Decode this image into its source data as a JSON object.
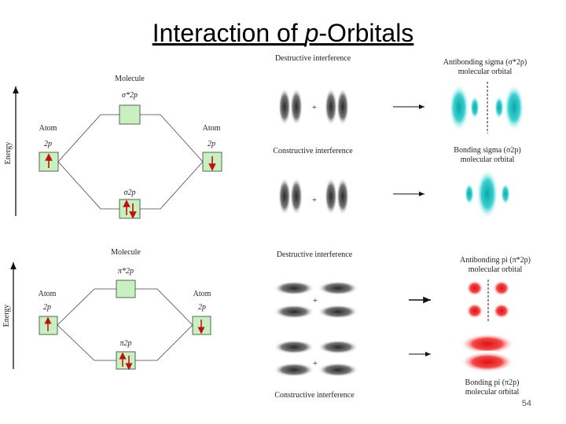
{
  "slide": {
    "title_pre": "Interaction of ",
    "title_italic": "p",
    "title_post": "-Orbitals",
    "page_number": "54"
  },
  "sigma_panel": {
    "axis_label": "Energy",
    "molecule_label": "Molecule",
    "atom_left_label": "Atom",
    "atom_right_label": "Atom",
    "orbital_left": "2p",
    "orbital_right": "2p",
    "antibonding_level": "σ*2p",
    "bonding_level": "σ2p",
    "destructive_label": "Destructive interference",
    "constructive_label": "Constructive interference",
    "antibonding_caption_1": "Antibonding sigma (σ*2p)",
    "antibonding_caption_2": "molecular orbital",
    "bonding_caption_1": "Bonding sigma (σ2p)",
    "bonding_caption_2": "molecular orbital"
  },
  "pi_panel": {
    "axis_label": "Energy",
    "molecule_label": "Molecule",
    "atom_left_label": "Atom",
    "atom_right_label": "Atom",
    "orbital_left": "2p",
    "orbital_right": "2p",
    "antibonding_level": "π*2p",
    "bonding_level": "π2p",
    "destructive_label": "Destructive interference",
    "constructive_label": "Constructive interference",
    "antibonding_caption_1": "Antibonding pi (π*2p)",
    "antibonding_caption_2": "molecular orbital",
    "bonding_caption_1": "Bonding pi (π2p)",
    "bonding_caption_2": "molecular orbital"
  },
  "symbols": {
    "plus": "+"
  },
  "colors": {
    "box_fill": "#c8f0c0",
    "box_stroke": "#556655",
    "electron_arrow": "#c01010",
    "sigma_mo": "#22c4c4",
    "pi_mo": "#ee2020",
    "ao_gray": "#555555"
  }
}
